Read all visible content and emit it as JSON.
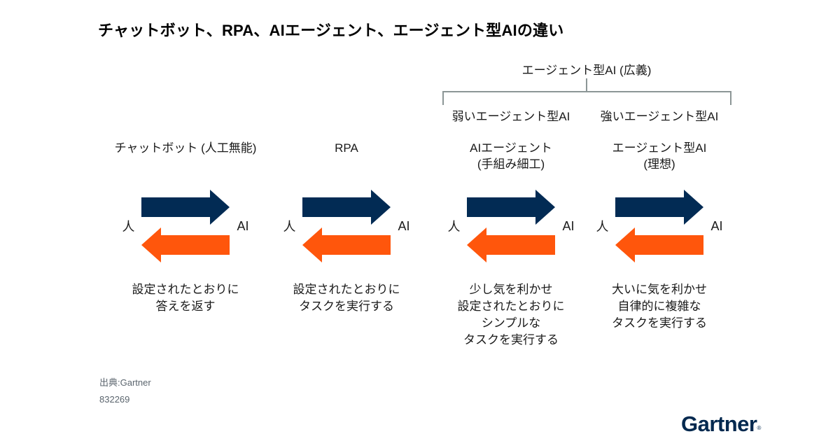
{
  "title": "チャットボット、RPA、AIエージェント、エージェント型AIの違い",
  "bracket": {
    "label": "エージェント型AI (広義)",
    "left_label": "弱いエージェント型AI",
    "right_label": "強いエージェント型AI"
  },
  "columns": [
    {
      "header": [
        "チャットボット (人工無能)"
      ],
      "left_label": "人",
      "right_label": "AI",
      "description": [
        "設定されたとおりに",
        "答えを返す"
      ]
    },
    {
      "header": [
        "RPA"
      ],
      "left_label": "人",
      "right_label": "AI",
      "description": [
        "設定されたとおりに",
        "タスクを実行する"
      ]
    },
    {
      "header": [
        "AIエージェント",
        "(手組み細工)"
      ],
      "left_label": "人",
      "right_label": "AI",
      "description": [
        "少し気を利かせ",
        "設定されたとおりに",
        "シンプルな",
        "タスクを実行する"
      ]
    },
    {
      "header": [
        "エージェント型AI",
        "(理想)"
      ],
      "left_label": "人",
      "right_label": "AI",
      "description": [
        "大いに気を利かせ",
        "自律的に複雑な",
        "タスクを実行する"
      ]
    }
  ],
  "footer": {
    "source": "出典:Gartner",
    "figure_id": "832269"
  },
  "logo": {
    "text": "Gartner",
    "registered": "®"
  },
  "colors": {
    "navy": "#022B54",
    "orange": "#FF560C",
    "bracket_gray": "#8C9696",
    "source_gray": "#5B656E",
    "logo_navy": "#03294F"
  }
}
